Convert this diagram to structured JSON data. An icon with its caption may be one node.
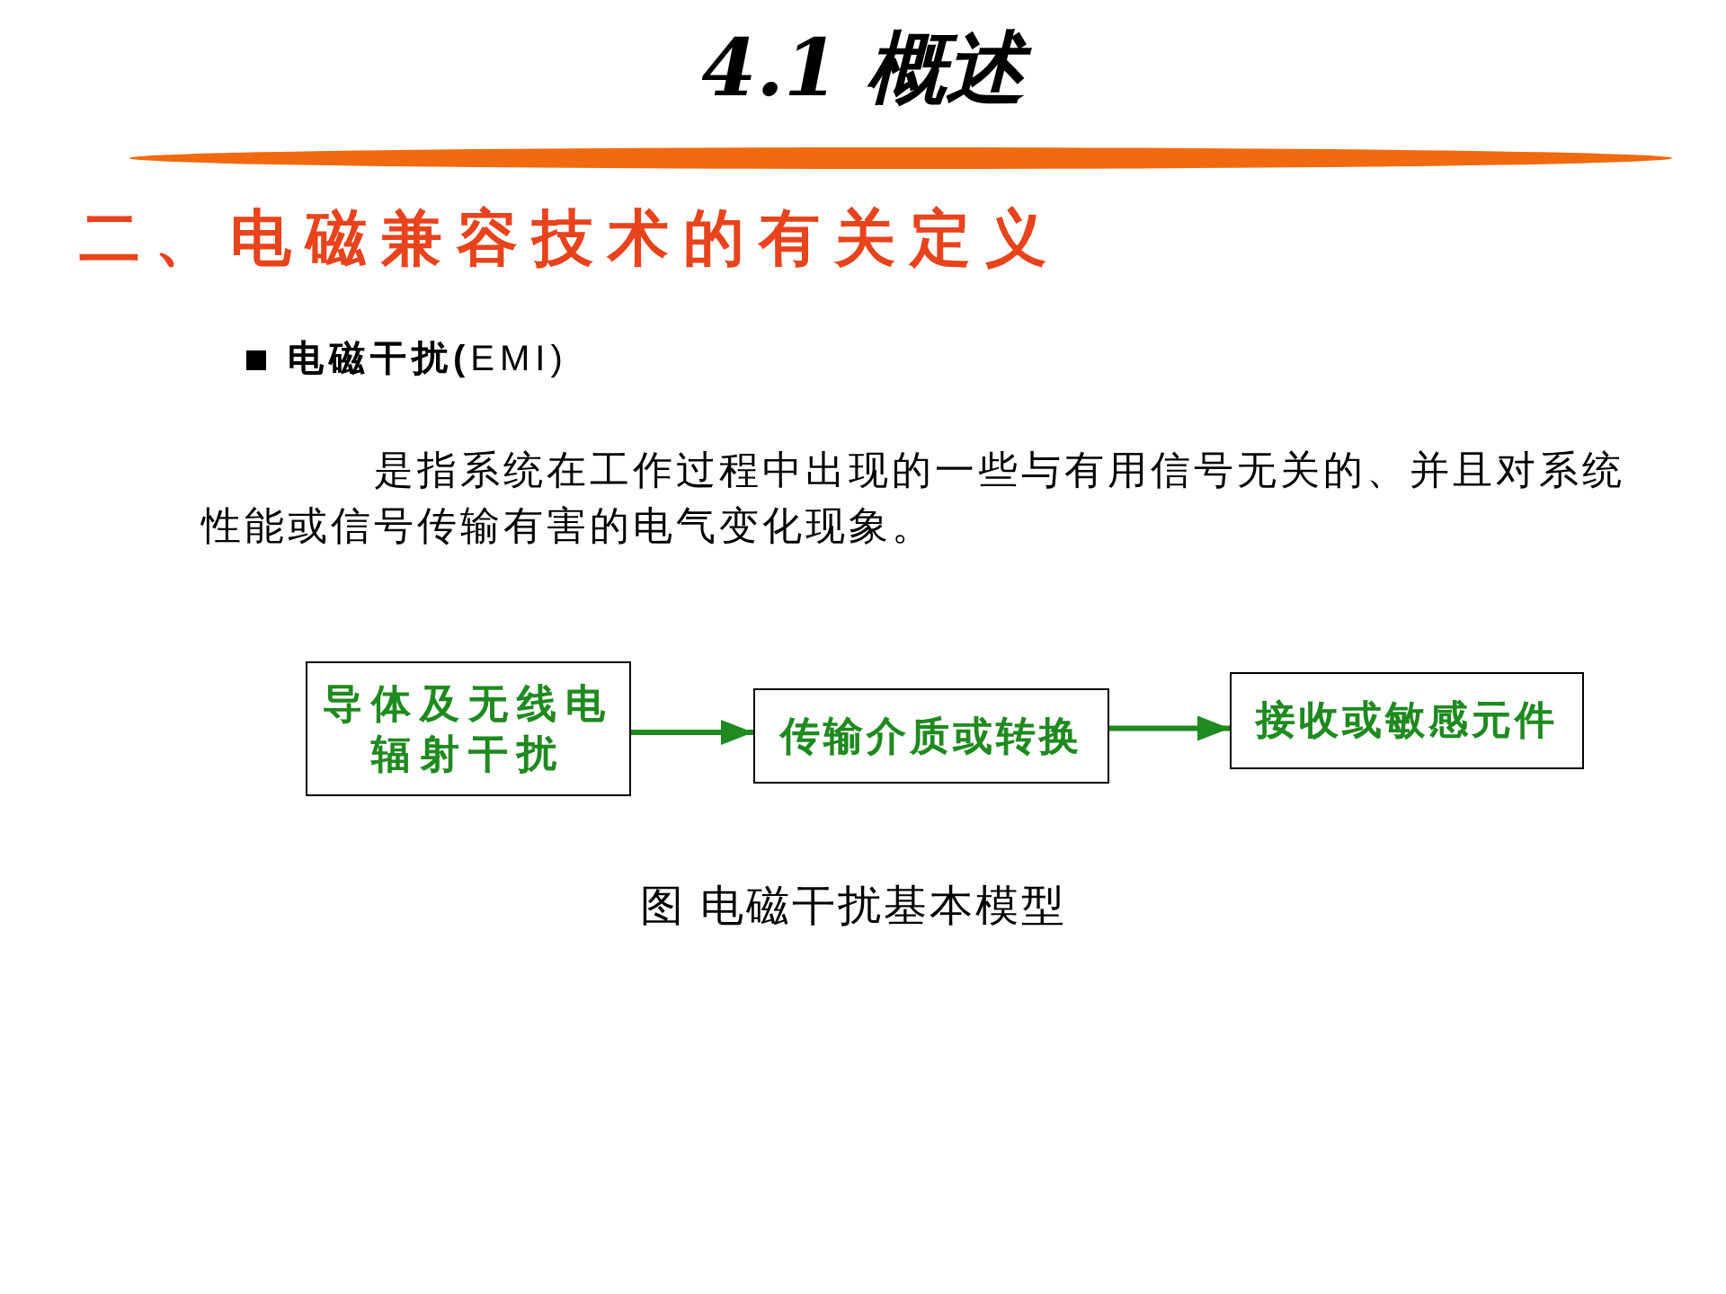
{
  "diagram": {
    "title": "4.1 概述",
    "caption": "图 电磁干扰基本模型",
    "nodes": [
      {
        "text": [
          "导体及无线电辐射干扰"
        ]
      },
      {
        "text": [
          "传输介质或转换"
        ]
      },
      {
        "text": [
          "接收或敏感元件"
        ]
      }
    ],
    "edges": [
      {
        "from": 0,
        "to": 1,
        "arrow": "to"
      },
      {
        "from": 1,
        "to": 2,
        "arrow": "to"
      }
    ],
    "labels": [
      "二、电磁兼容技术的有关定义",
      "**电磁干扰(**EMI)",
      "是指系统在工作过程中出现的一些与有用信号无关的、并且对系统性能或信号传输有害的电气变化现象。"
    ]
  }
}
